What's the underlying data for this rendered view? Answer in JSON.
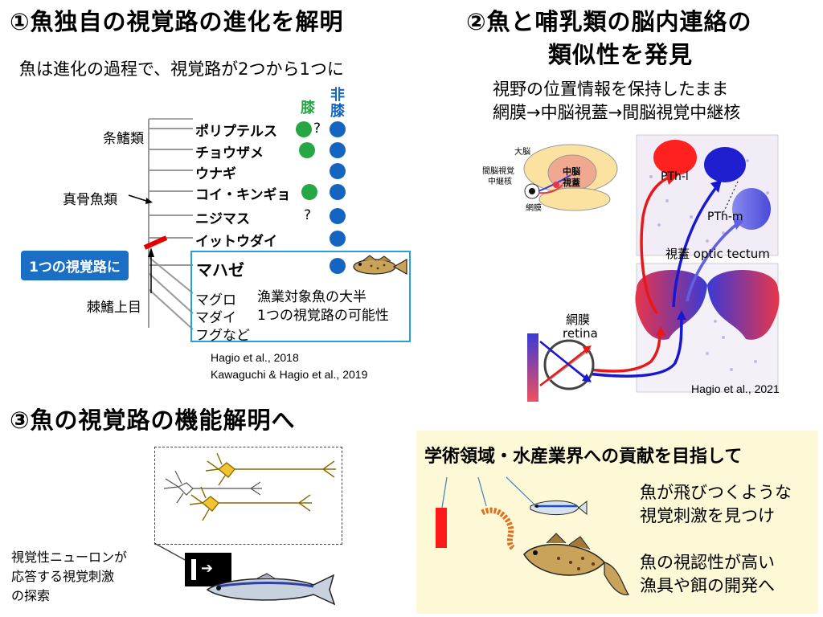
{
  "panel1": {
    "title": "①魚独自の視覚路の進化を解明",
    "subtitle": "魚は進化の過程で、視覚路が2つから1つに",
    "col_geniculate": "膝",
    "col_non_geniculate_1": "非",
    "col_non_geniculate_2": "膝",
    "group_ray_finned": "条鰭類",
    "group_teleost": "真骨魚類",
    "group_acanthopterygii": "棘鰭上目",
    "callout": "1つの視覚路に",
    "species": [
      "ポリプテルス",
      "チョウザメ",
      "ウナギ",
      "コイ・キンギョ",
      "ニジマス",
      "イットウダイ",
      "マハゼ"
    ],
    "unknown_mark": "?",
    "other_fish": [
      "マグロ",
      "マダイ",
      "フグなど"
    ],
    "note_line1": "漁業対象魚の大半",
    "note_line2": "1つの視覚路の可能性",
    "citation1": "Hagio et al., 2018",
    "citation2": "Kawaguchi & Hagio et al., 2019",
    "colors": {
      "geniculate": "#27a744",
      "non_geniculate": "#1565c0",
      "callout": "#1a6fc4",
      "box": "#29a0d8"
    }
  },
  "panel2": {
    "title_line1": "②魚と哺乳類の脳内連絡の",
    "title_line2": "類似性を発見",
    "desc_line1": "視野の位置情報を保持したまま",
    "desc_line2": "網膜→中脳視蓋→間脳視覚中継核",
    "brain_cerebrum": "大脳",
    "brain_relay_1": "間脳視覚",
    "brain_relay_2": "中継核",
    "brain_midbrain_1": "中脳",
    "brain_midbrain_2": "視蓋",
    "brain_retina": "網膜",
    "pth_l": "PTh-l",
    "pth_m": "PTh-m",
    "tectum_label": "視蓋 optic tectum",
    "retina_label_jp": "網膜",
    "retina_label_en": "retina",
    "citation": "Hagio et al., 2021"
  },
  "panel3": {
    "title": "③魚の視覚路の機能解明へ",
    "desc_line1": "視覚性ニューロンが",
    "desc_line2": "応答する視覚刺激",
    "desc_line3": "の探索"
  },
  "panel4": {
    "title": "学術領域・水産業界への貢献を目指して",
    "line1": "魚が飛びつくような",
    "line2": "視覚刺激を見つけ",
    "line3": "魚の視認性が高い",
    "line4": "漁具や餌の開発へ",
    "bg_color": "#fdf8d6"
  }
}
